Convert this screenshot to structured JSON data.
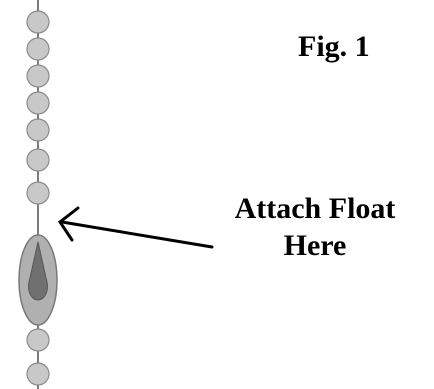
{
  "figure": {
    "label": "Fig. 1",
    "callout_line1": "Attach Float",
    "callout_line2": "Here"
  },
  "colors": {
    "bead_fill": "#c8c8c8",
    "bead_stroke": "#8a8a8a",
    "float_fill": "#a9a9a9",
    "float_inner": "#6e6e6e",
    "line": "#7a7a7a",
    "arrow": "#000000"
  }
}
